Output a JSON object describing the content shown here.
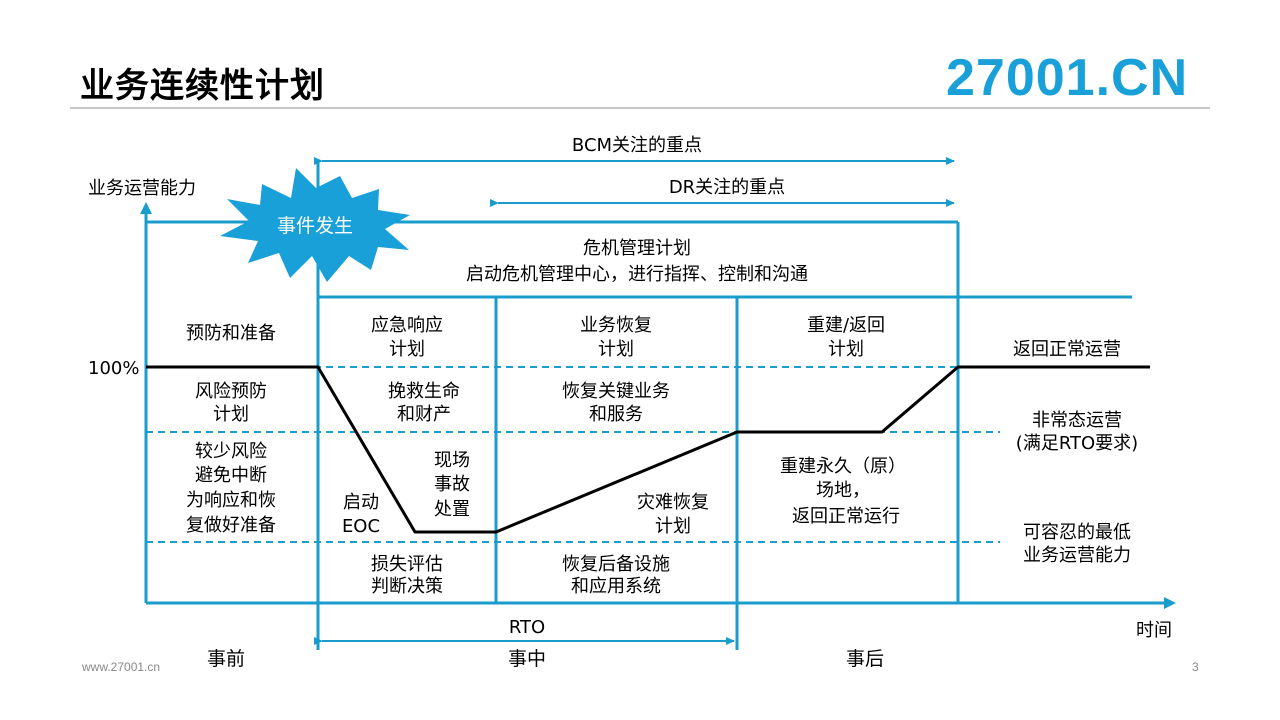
{
  "slide": {
    "title": "业务连续性计划",
    "logo": "27001.CN",
    "footer": "www.27001.cn",
    "page_number": "3"
  },
  "colors": {
    "accent": "#1a9ccc",
    "line": "#000000",
    "logo": "#1aa0d8",
    "starburst": "#1aa0d8"
  },
  "diagram": {
    "y_axis_label": "业务运营能力",
    "x_axis_label": "时间",
    "level_100": "100%",
    "event_label": "事件发生",
    "bcm_focus": "BCM关注的重点",
    "dr_focus": "DR关注的重点",
    "crisis_plan": [
      "危机管理计划",
      "启动危机管理中心，进行指挥、控制和沟通"
    ],
    "prevention": "预防和准备",
    "risk_plan": [
      "风险预防",
      "计划"
    ],
    "reduce_risk": [
      "较少风险",
      "避免中断",
      "为响应和恢",
      "复做好准备"
    ],
    "emergency_plan": [
      "应急响应",
      "计划"
    ],
    "save_life": [
      "挽救生命",
      "和财产"
    ],
    "onsite": [
      "现场",
      "事故",
      "处置"
    ],
    "start_eoc": [
      "启动",
      "EOC"
    ],
    "loss_eval": [
      "损失评估",
      "判断决策"
    ],
    "business_recovery_plan": [
      "业务恢复",
      "计划"
    ],
    "restore_key": [
      "恢复关键业务",
      "和服务"
    ],
    "dr_plan": [
      "灾难恢复",
      "计划"
    ],
    "restore_backup": [
      "恢复后备设施",
      "和应用系统"
    ],
    "rebuild_plan": [
      "重建/返回",
      "计划"
    ],
    "rebuild_site": [
      "重建永久（原）",
      "场地，",
      "返回正常运行"
    ],
    "return_normal": "返回正常运营",
    "abnormal_ops": [
      "非常态运营",
      "(满足RTO要求)"
    ],
    "min_capability": [
      "可容忍的最低",
      "业务运营能力"
    ],
    "rto": "RTO",
    "phase_before": "事前",
    "phase_during": "事中",
    "phase_after": "事后"
  }
}
